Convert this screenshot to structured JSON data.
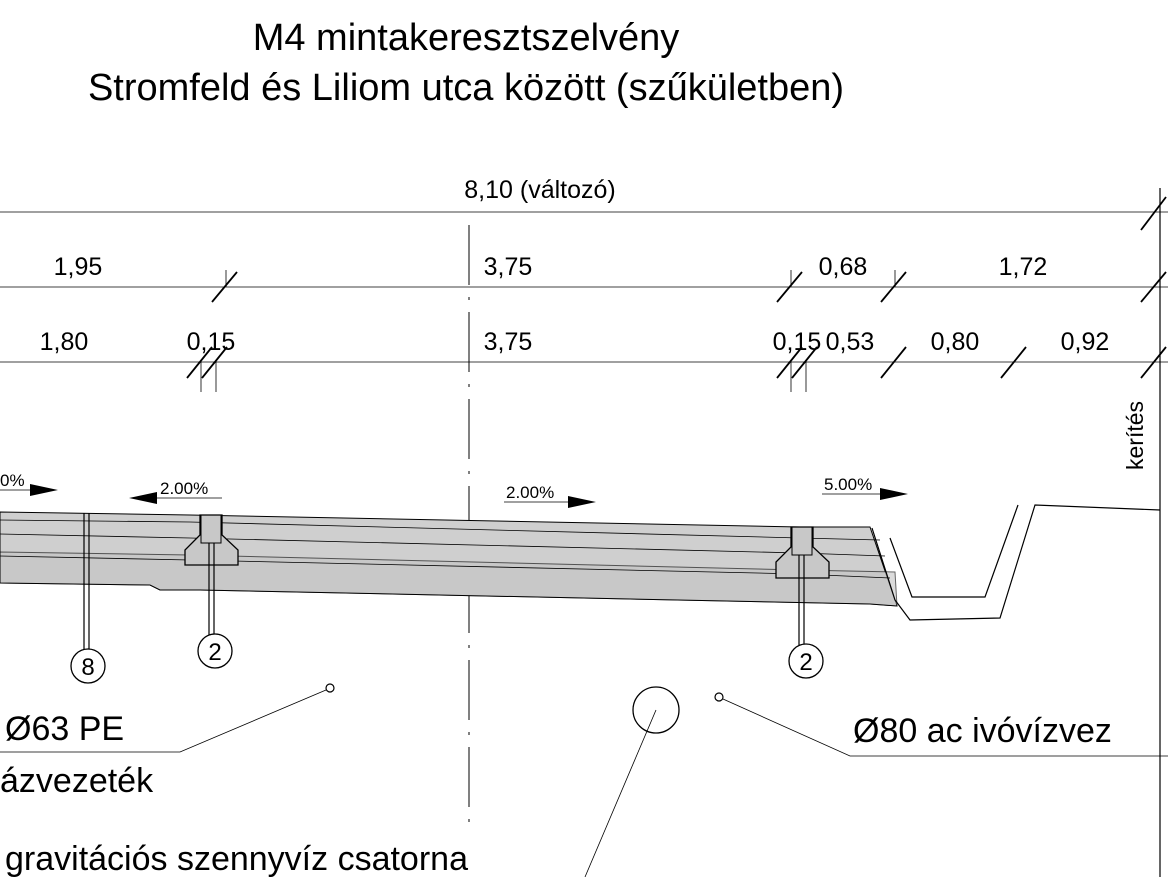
{
  "title": {
    "line1": "M4 mintakeresztszelvény",
    "line2": "Stromfeld  és Liliom utca között (szűkületben)"
  },
  "dimensions": {
    "total": "8,10 (változó)",
    "row1": [
      "1,95",
      "3,75",
      "0,68",
      "1,72"
    ],
    "row2": [
      "1,80",
      "0,15",
      "3,75",
      "0,15",
      "0,53",
      "0,80",
      "0,92"
    ]
  },
  "slopes": [
    "0%",
    "2.00%",
    "2.00%",
    "5.00%"
  ],
  "fence_label": "kerítés",
  "markers": [
    "8",
    "2",
    "2"
  ],
  "utilities": {
    "gas_pipe": "Ø63 PE",
    "gas_line": "ázvezeték",
    "water_pipe": "Ø80 ac ivóvízvez",
    "sewer": "gravitációs szennyvíz csatorna"
  }
}
